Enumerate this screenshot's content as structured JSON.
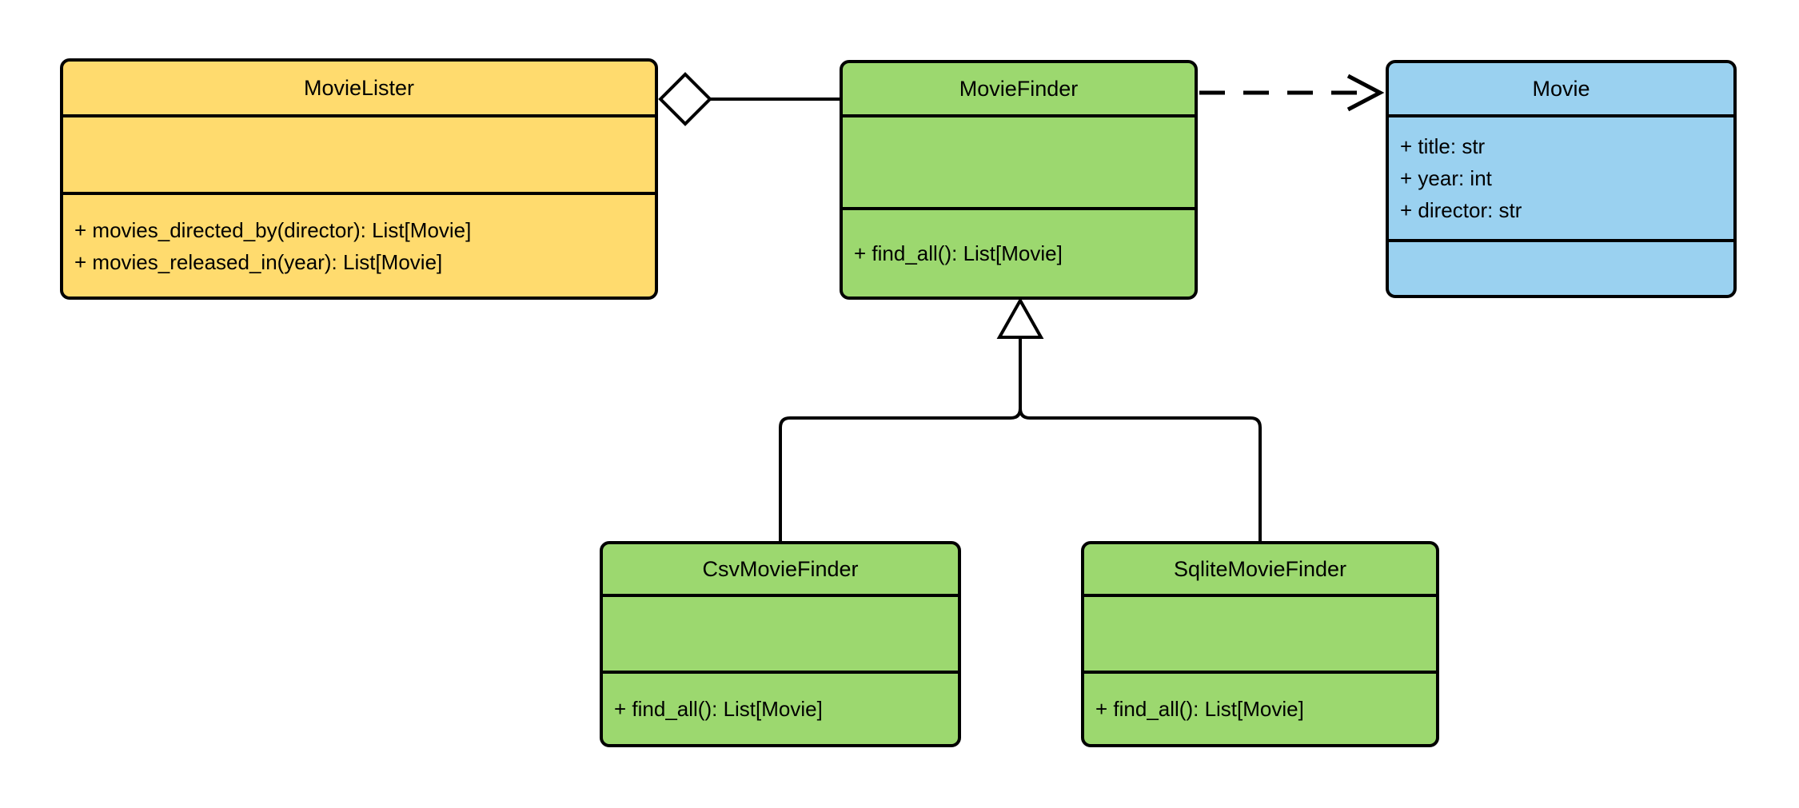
{
  "diagram": {
    "type": "uml-class-diagram",
    "background": "#ffffff",
    "line_color": "#000000",
    "classes": [
      {
        "name": "MovieLister",
        "fill": "#FFDB6E",
        "attributes": [],
        "methods": [
          "+ movies_directed_by(director): List[Movie]",
          "+ movies_released_in(year): List[Movie]"
        ]
      },
      {
        "name": "MovieFinder",
        "fill": "#9CD86F",
        "attributes": [],
        "methods": [
          "+ find_all(): List[Movie]"
        ]
      },
      {
        "name": "Movie",
        "fill": "#9AD1F0",
        "attributes": [
          "+ title: str",
          "+ year: int",
          "+ director: str"
        ],
        "methods": []
      },
      {
        "name": "CsvMovieFinder",
        "fill": "#9CD86F",
        "attributes": [],
        "methods": [
          "+ find_all(): List[Movie]"
        ]
      },
      {
        "name": "SqliteMovieFinder",
        "fill": "#9CD86F",
        "attributes": [],
        "methods": [
          "+ find_all(): List[Movie]"
        ]
      }
    ],
    "relationships": [
      {
        "type": "aggregation",
        "from": "MovieLister",
        "to": "MovieFinder",
        "line": "solid",
        "marker": "hollow-diamond"
      },
      {
        "type": "dependency",
        "from": "MovieFinder",
        "to": "Movie",
        "line": "dashed",
        "marker": "open-arrow"
      },
      {
        "type": "generalization",
        "from": "CsvMovieFinder",
        "to": "MovieFinder",
        "line": "solid",
        "marker": "hollow-triangle"
      },
      {
        "type": "generalization",
        "from": "SqliteMovieFinder",
        "to": "MovieFinder",
        "line": "solid",
        "marker": "hollow-triangle"
      }
    ]
  }
}
